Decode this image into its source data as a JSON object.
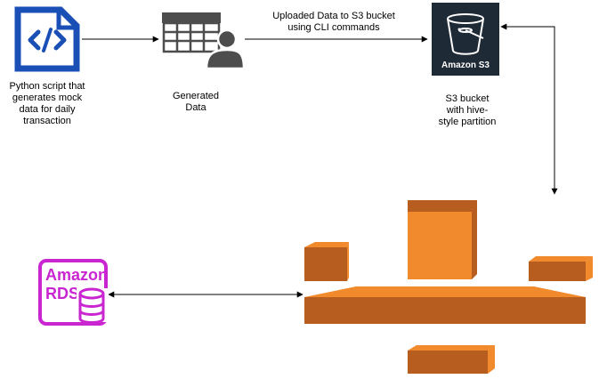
{
  "nodes": {
    "python_script": {
      "icon": "code-file-icon",
      "label": "Python script that\ngenerates mock\ndata for daily\ntransaction"
    },
    "generated_data": {
      "icon": "table-user-icon",
      "label": "Generated\nData"
    },
    "s3": {
      "icon": "s3-bucket-icon",
      "title": "Amazon S3",
      "label": "S3 bucket\nwith hive-\nstyle partition"
    },
    "glue": {
      "icon": "aws-glue-icon"
    },
    "rds": {
      "icon": "amazon-rds-icon",
      "logo_text_line1": "Amazon",
      "logo_text_line2": "RDS"
    }
  },
  "edges": {
    "upload_label": "Uploaded Data to S3 bucket\nusing CLI commands"
  },
  "colors": {
    "code_blue": "#1a4fb5",
    "s3_bg": "#1f2a37",
    "glue_light": "#f08a2c",
    "glue_dark": "#b85d20",
    "rds_magenta": "#c925d1",
    "line": "#000000"
  }
}
